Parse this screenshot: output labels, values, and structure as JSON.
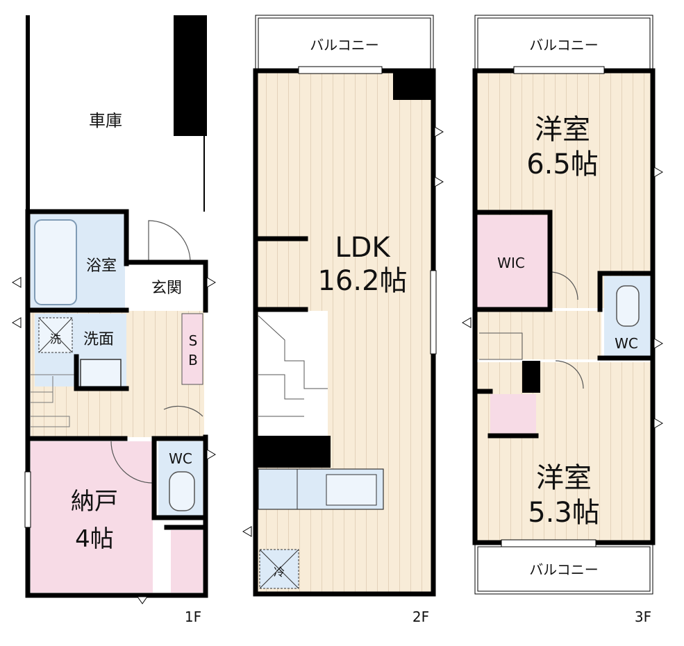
{
  "floors": {
    "f1": {
      "level": "1F",
      "garage": "車庫",
      "bath": "浴室",
      "entrance": "玄関",
      "wash_mark": "洗",
      "washroom": "洗面",
      "shoe_box": "S\nB",
      "wc": "WC",
      "storage_name": "納戸",
      "storage_size": "4帖"
    },
    "f2": {
      "level": "2F",
      "balcony": "バルコニー",
      "ldk_name": "LDK",
      "ldk_size": "16.2帖",
      "fridge_mark": "冷"
    },
    "f3": {
      "level": "3F",
      "balcony_top": "バルコニー",
      "balcony_bottom": "バルコニー",
      "room1_name": "洋室",
      "room1_size": "6.5帖",
      "wic": "WIC",
      "wc": "WC",
      "room2_name": "洋室",
      "room2_size": "5.3帖"
    }
  },
  "colors": {
    "wall": "#000000",
    "wood_floor": "#f8ecd8",
    "wood_line": "#e6d6bf",
    "wet_area": "#dceaf7",
    "storage": "#f7dbe6",
    "entrance_floor": "#ffffff"
  }
}
